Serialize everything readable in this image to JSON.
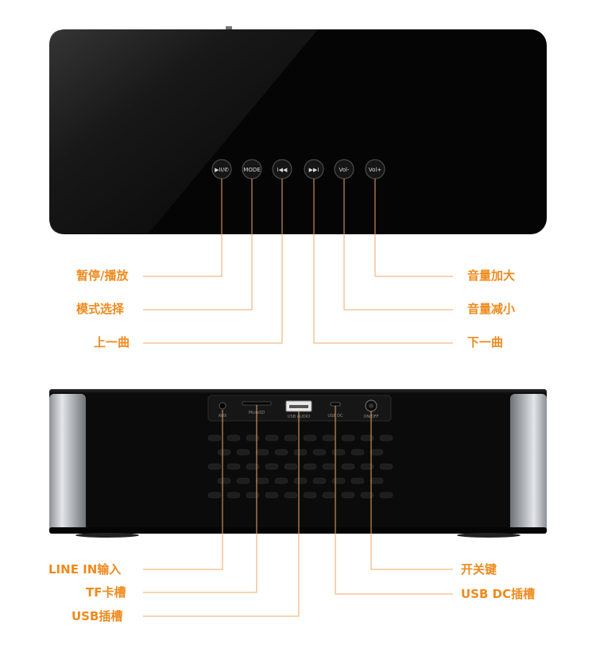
{
  "top_view": {
    "buttons": [
      {
        "name": "play-pause",
        "text": "▶II/✆"
      },
      {
        "name": "mode",
        "text": "MODE"
      },
      {
        "name": "prev",
        "text": "I◀◀"
      },
      {
        "name": "next",
        "text": "▶▶I"
      },
      {
        "name": "vol-down",
        "text": "Vol-"
      },
      {
        "name": "vol-up",
        "text": "Vol+"
      }
    ],
    "labels": {
      "play_pause": "暂停/播放",
      "mode_select": "模式选择",
      "previous": "上一曲",
      "volume_up": "音量加大",
      "volume_down": "音量减小",
      "next": "下一曲"
    }
  },
  "rear_view": {
    "port_marks": {
      "aux": "AUX",
      "micro_sd": "MicroSD",
      "usb_audio": "USB AUDIO",
      "usb_dc": "USB DC",
      "on_off": "ON/OFF"
    },
    "labels": {
      "line_in": "LINE IN输入",
      "tf_slot": "TF卡槽",
      "usb_slot": "USB插槽",
      "power_switch": "开关键",
      "usb_dc_slot": "USB DC插槽"
    }
  },
  "colors": {
    "label": "#ef8a1d",
    "leader_line": "#efa867",
    "body": "#0a0a0a",
    "metal": "#c9ccd0"
  }
}
